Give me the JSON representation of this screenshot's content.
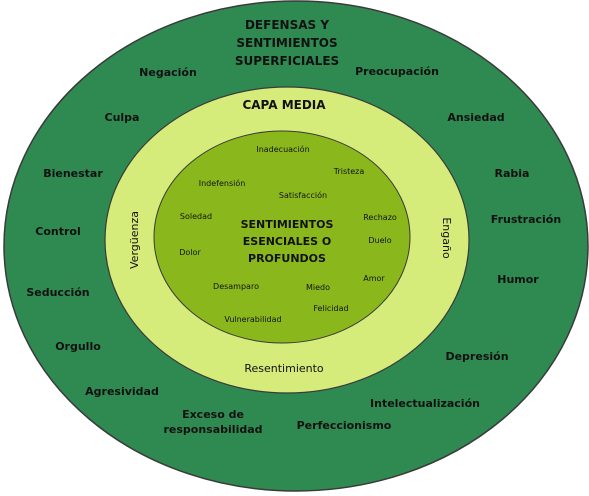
{
  "colors": {
    "outer_ring": "#2f8a52",
    "middle_ring": "#d6ec7a",
    "inner_core": "#8ab81c",
    "outline": "#3a3a3a"
  },
  "outer": {
    "title_lines": [
      "DEFENSAS Y",
      "SENTIMIENTOS",
      "SUPERFICIALES"
    ],
    "words": {
      "negacion": "Negación",
      "preocupacion": "Preocupación",
      "culpa": "Culpa",
      "ansiedad": "Ansiedad",
      "bienestar": "Bienestar",
      "rabia": "Rabia",
      "control": "Control",
      "frustracion": "Frustración",
      "seduccion": "Seducción",
      "humor": "Humor",
      "orgullo": "Orgullo",
      "depresion": "Depresión",
      "agresividad": "Agresividad",
      "intelectualizacion": "Intelectualización",
      "exceso_line1": "Exceso de",
      "exceso_line2": "responsabilidad",
      "perfeccionismo": "Perfeccionismo"
    }
  },
  "middle": {
    "title": "CAPA MEDIA",
    "left_vertical": "Vergüenza",
    "right_vertical": "Engaño",
    "bottom": "Resentimiento"
  },
  "inner": {
    "title_lines": [
      "SENTIMIENTOS",
      "ESENCIALES O",
      "PROFUNDOS"
    ],
    "words": {
      "inadecuacion": "Inadecuación",
      "tristeza": "Tristeza",
      "indefension": "Indefensión",
      "satisfaccion": "Satisfacción",
      "soledad": "Soledad",
      "rechazo": "Rechazo",
      "duelo": "Duelo",
      "dolor": "Dolor",
      "amor": "Amor",
      "desamparo": "Desamparo",
      "miedo": "Miedo",
      "felicidad": "Felicidad",
      "vulnerabilidad": "Vulnerabilidad"
    }
  }
}
